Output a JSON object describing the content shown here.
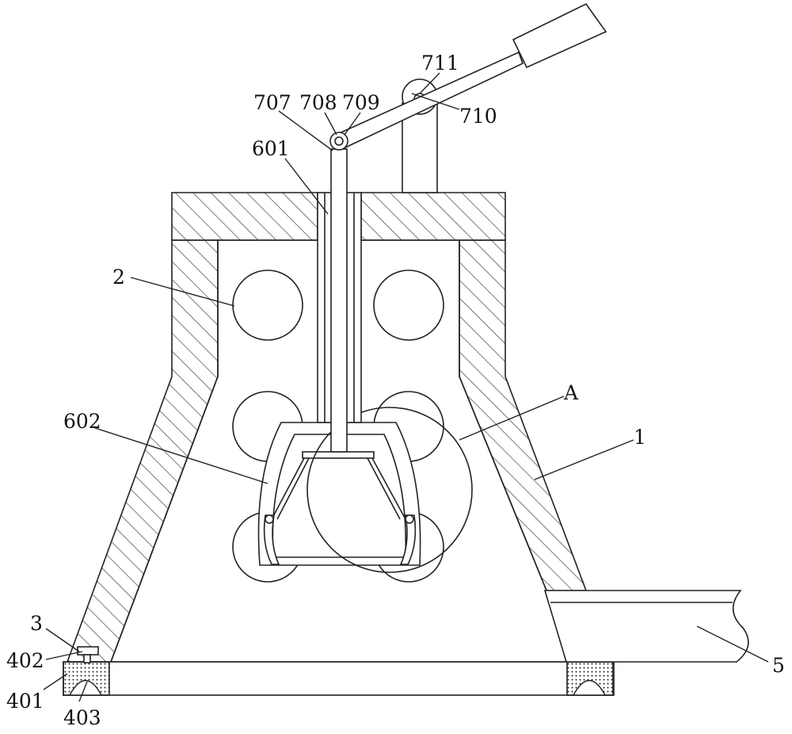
{
  "labels": {
    "l707": "707",
    "l708": "708",
    "l709": "709",
    "l711": "711",
    "l710": "710",
    "l601": "601",
    "l2": "2",
    "lA": "A",
    "l602": "602",
    "l1": "1",
    "l3": "3",
    "l402": "402",
    "l401": "401",
    "l403": "403",
    "l5": "5"
  }
}
